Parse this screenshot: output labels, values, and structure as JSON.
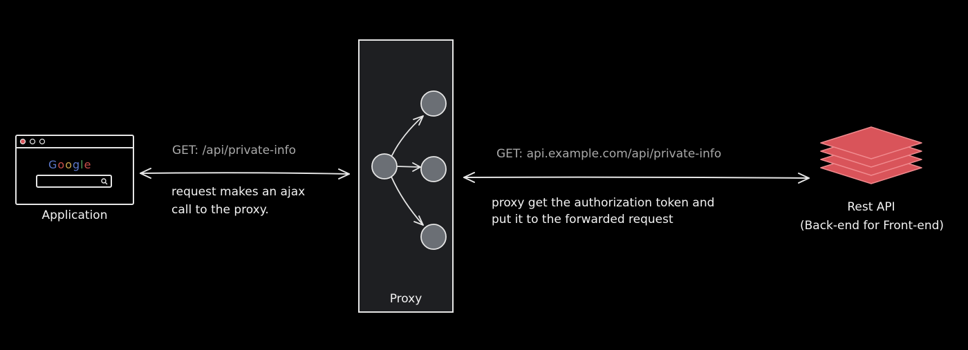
{
  "application": {
    "label": "Application",
    "browser_logo": [
      "G",
      "o",
      "o",
      "g",
      "l",
      "e"
    ]
  },
  "proxy": {
    "label": "Proxy"
  },
  "api": {
    "label_line1": "Rest API",
    "label_line2": "(Back-end for Front-end)"
  },
  "left_link": {
    "request": "GET: /api/private-info",
    "note_line1": "request makes an ajax",
    "note_line2": "call to the proxy."
  },
  "right_link": {
    "request": "GET: api.example.com/api/private-info",
    "note_line1": "proxy get the authorization token and",
    "note_line2": "put it to the forwarded request"
  },
  "colors": {
    "background": "#000000",
    "sketch_stroke": "#e6e6e6",
    "proxy_fill": "#1e1f22",
    "node_fill": "#6b6f75",
    "api_layer_fill": "#d9545a",
    "api_layer_stroke": "#f08a8e"
  }
}
